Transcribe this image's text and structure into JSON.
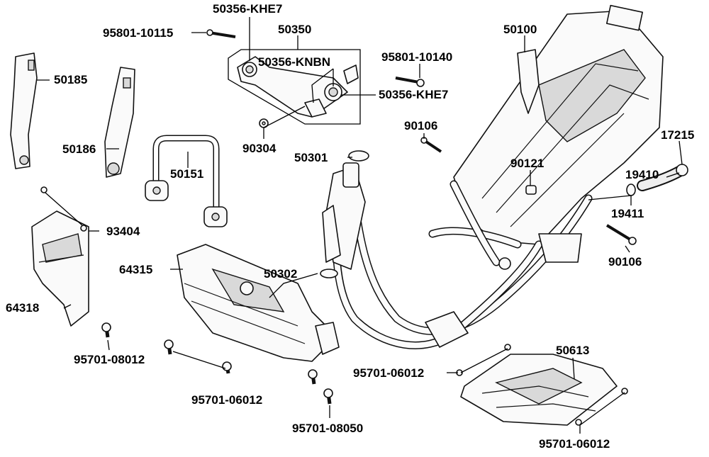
{
  "labels": {
    "l_50356_khe7_top": "50356-KHE7",
    "l_95801_10115": "95801-10115",
    "l_50350": "50350",
    "l_50356_knbn": "50356-KNBN",
    "l_50356_khe7_right": "50356-KHE7",
    "l_95801_10140": "95801-10140",
    "l_50100": "50100",
    "l_50185": "50185",
    "l_50186": "50186",
    "l_90304": "90304",
    "l_90106_top": "90106",
    "l_50301": "50301",
    "l_90121": "90121",
    "l_17215": "17215",
    "l_19410": "19410",
    "l_19411": "19411",
    "l_50151": "50151",
    "l_93404": "93404",
    "l_90106_bottom": "90106",
    "l_64315": "64315",
    "l_50302": "50302",
    "l_64318": "64318",
    "l_95701_08012": "95701-08012",
    "l_50613": "50613",
    "l_95701_06012_mid": "95701-06012",
    "l_95701_06012_left": "95701-06012",
    "l_95701_08050": "95701-08050",
    "l_95701_06012_bottom": "95701-06012"
  }
}
